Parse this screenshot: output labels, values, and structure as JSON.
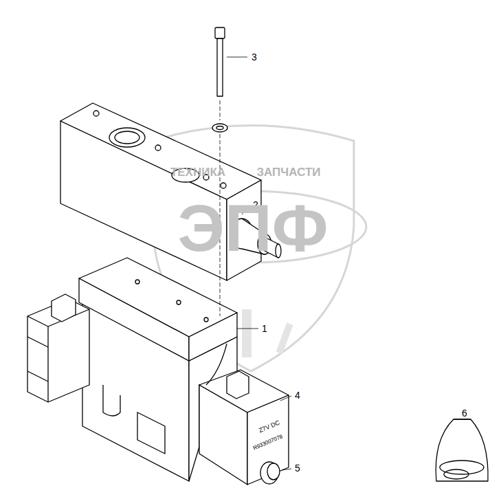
{
  "diagram": {
    "labels": [
      "3",
      "2",
      "1",
      "4",
      "5",
      "6",
      "ТЕХНИКА",
      "ЗАПЧАСТИ",
      "ЭПФ",
      "Z7V DC",
      "R933007078"
    ]
  }
}
